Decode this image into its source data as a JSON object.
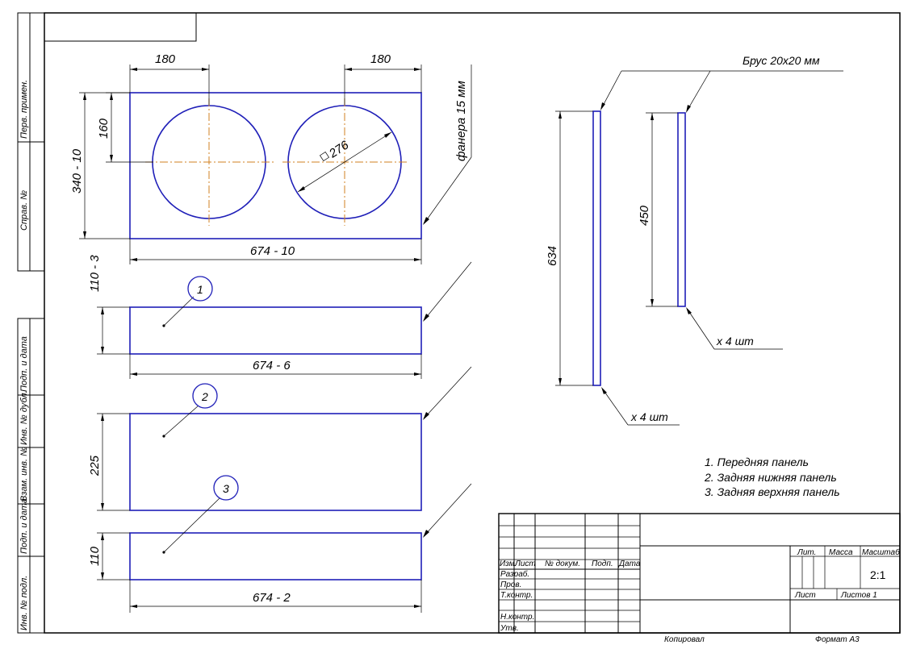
{
  "side_labels": {
    "perv_primen": "Перв. примен.",
    "sprav_no": "Справ. №",
    "podp_data_1": "Подп. и дата",
    "inv_dubl": "Инв. № дубл.",
    "vzam_inv": "Взам. инв. №",
    "podp_data_2": "Подп. и дата",
    "inv_podl": "Инв. № подл."
  },
  "material_label": "фанера 15 мм",
  "beam_label": "Брус 20х20 мм",
  "qty_label_1": "х 4 шт",
  "qty_label_2": "х 4 шт",
  "top_panel": {
    "dim_hole_left": "180",
    "dim_hole_right": "180",
    "dim_hole_height": "160",
    "dim_height": "340 - 10",
    "dim_width": "674 - 10",
    "dim_diameter": "276"
  },
  "panel_1": {
    "number": "1",
    "dim_height": "110 - 3",
    "dim_width": "674 - 6"
  },
  "panel_2": {
    "number": "2",
    "dim_height": "225"
  },
  "panel_3": {
    "number": "3",
    "dim_height": "110",
    "dim_width": "674 - 2"
  },
  "beam_long": {
    "dim": "634"
  },
  "beam_short": {
    "dim": "450"
  },
  "legend": [
    "1.  Передняя панель",
    "2.  Задняя нижняя панель",
    "3.  Задняя верхняя панель"
  ],
  "title_block": {
    "col_izm": "Изм.",
    "col_list": "Лист",
    "col_docum": "№ докум.",
    "col_podp": "Подп.",
    "col_data": "Дата",
    "razrab": "Разраб.",
    "prov": "Пров.",
    "t_kontr": "Т.контр.",
    "n_kontr": "Н.контр.",
    "utv": "Утв.",
    "lit": "Лит.",
    "massa": "Масса",
    "masshtab": "Масштаб",
    "scale": "2:1",
    "list": "Лист",
    "listov": "Листов  1"
  },
  "footer": {
    "kopiroval": "Копировал",
    "format": "Формат   А3"
  }
}
